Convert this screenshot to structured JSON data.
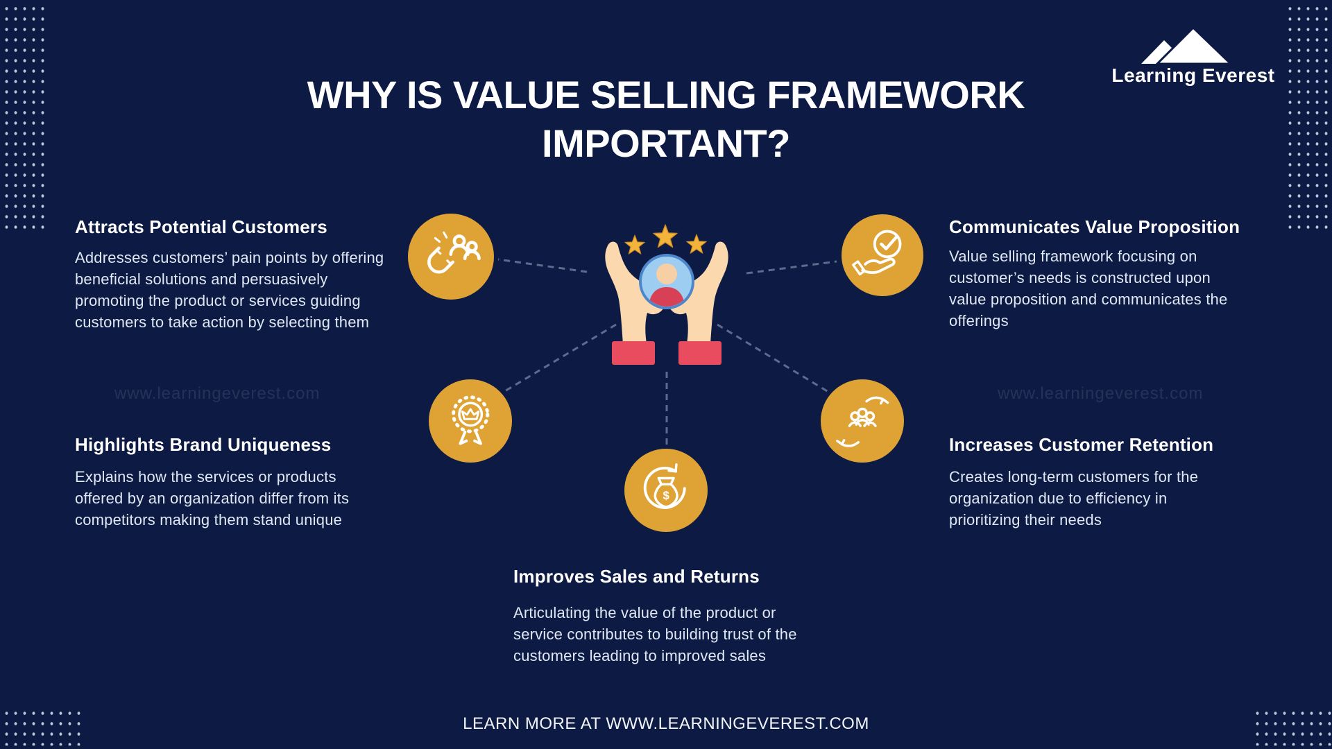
{
  "header": {
    "title_line1": "WHY IS VALUE SELLING FRAMEWORK",
    "title_line2": "IMPORTANT?"
  },
  "logo": {
    "text": "Learning Everest",
    "icon": "mountain-peaks-icon"
  },
  "sections": {
    "attracts": {
      "title": "Attracts Potential Customers",
      "body": "Addresses customers’ pain points by offering beneficial solutions and persuasively promoting the product or services guiding customers to take action by selecting them",
      "icon": "magnet-attracting-customers-icon"
    },
    "communicates": {
      "title": "Communicates Value Proposition",
      "body": "Value selling framework focusing on customer’s needs is constructed upon value proposition and communicates the offerings",
      "icon": "hand-with-checkmark-icon"
    },
    "highlights": {
      "title": "Highlights Brand Uniqueness",
      "body": "Explains how the services or products offered by an organization differ from its competitors making them stand unique",
      "icon": "award-badge-crown-icon"
    },
    "retention": {
      "title": "Increases Customer Retention",
      "body": "Creates long-term customers for the organization due to efficiency in prioritizing their needs",
      "icon": "hands-holding-customers-icon"
    },
    "sales": {
      "title": "Improves Sales and Returns",
      "body": "Articulating the value of the product or service contributes to building trust of the customers leading to improved sales",
      "icon": "money-bag-returns-icon"
    }
  },
  "center_illustration": {
    "name": "hands-presenting-customer-with-stars"
  },
  "watermark": {
    "text": "www.learningeverest.com"
  },
  "footer": {
    "text": "LEARN MORE AT WWW.LEARNINGEVEREST.COM"
  },
  "colors": {
    "background": "#0D1B44",
    "accent_gold": "#DFA335",
    "heading_white": "#FFFFFF",
    "body_text": "#DFE8F4",
    "cuff_red": "#E94B5F",
    "skin": "#FCD8AE",
    "avatar_blue": "#9ECDF2",
    "avatar_ring_blue": "#4E86CC",
    "avatar_shirt_red": "#D84055",
    "star_gold": "#F2B43A",
    "connector": "#AEBBD6"
  }
}
